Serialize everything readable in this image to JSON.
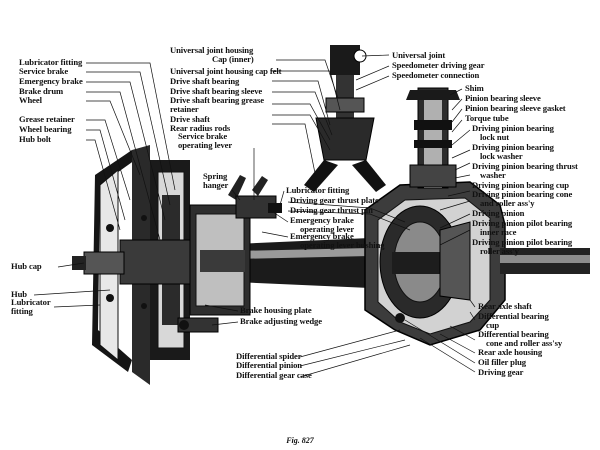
{
  "caption": "Fig. 827",
  "labels_left": {
    "lubricator_fitting_top": "Lubricator fitting",
    "service_brake": "Service brake",
    "emergency_brake": "Emergency brake",
    "brake_drum": "Brake drum",
    "wheel": "Wheel",
    "grease_retainer": "Grease retainer",
    "wheel_bearing": "Wheel bearing",
    "hub_bolt": "Hub bolt",
    "hub_cap": "Hub cap",
    "hub": "Hub",
    "lubricator_fitting_bottom_1": "Lubricator",
    "lubricator_fitting_bottom_2": "fitting"
  },
  "labels_top_center": {
    "ujh_cap_inner_1": "Universal joint housing",
    "ujh_cap_inner_2": "Cap (inner)",
    "ujh_cap_felt": "Universal joint housing cap felt",
    "drive_shaft_bearing": "Drive shaft bearing",
    "drive_shaft_bearing_sleeve": "Drive shaft bearing sleeve",
    "drive_shaft_grease_1": "Drive shaft bearing grease",
    "drive_shaft_grease_2": "retainer",
    "drive_shaft": "Drive shaft",
    "rear_radius_rods": "Rear radius rods",
    "service_brake_lever_1": "Service brake",
    "service_brake_lever_2": "operating lever",
    "spring_hanger_1": "Spring",
    "spring_hanger_2": "hanger"
  },
  "labels_top_right": {
    "universal_joint": "Universal joint",
    "speedometer_driving_gear": "Speedometer driving gear",
    "speedometer_connection": "Speedometer connection"
  },
  "labels_center": {
    "lubricator_fitting_mid": "Lubricator fitting",
    "driving_gear_thrust_plate": "Driving gear thrust plate",
    "driving_gear_thrust_pin": "Driving gear thrust pin",
    "emergency_brake_lever_1": "Emergency brake",
    "emergency_brake_lever_2": "operating lever",
    "emergency_brake_bushing_1": "Emergency brake",
    "emergency_brake_bushing_2": "operating lever bushing"
  },
  "labels_right": {
    "shim": "Shim",
    "pinion_bearing_sleeve": "Pinion bearing sleeve",
    "pinion_bearing_sleeve_gasket": "Pinion bearing sleeve gasket",
    "torque_tube": "Torque tube",
    "dp_bearing_lock_nut_1": "Driving pinion bearing",
    "dp_bearing_lock_nut_2": "lock nut",
    "dp_bearing_lock_washer_1": "Driving pinion bearing",
    "dp_bearing_lock_washer_2": "lock washer",
    "dp_bearing_thrust_washer_1": "Driving pinion bearing thrust",
    "dp_bearing_thrust_washer_2": "washer",
    "dp_bearing_cup": "Driving pinion bearing cup",
    "dp_bearing_cone_1": "Driving pinion bearing cone",
    "dp_bearing_cone_2": "and roller ass'y",
    "driving_pinion": "Driving pinion",
    "dp_pilot_inner_1": "Driving pinion pilot bearing",
    "dp_pilot_inner_2": "inner race",
    "dp_pilot_roller_1": "Driving pinion pilot bearing",
    "dp_pilot_roller_2": "roller ass'y",
    "rear_axle_shaft": "Rear axle shaft",
    "diff_bearing_cup_1": "Differential bearing",
    "diff_bearing_cup_2": "cup",
    "diff_bearing_cone_1": "Differential bearing",
    "diff_bearing_cone_2": "cone and roller ass'sy",
    "rear_axle_housing": "Rear axle housing",
    "oil_filler_plug": "Oil filler plug",
    "driving_gear": "Driving gear"
  },
  "labels_bottom": {
    "brake_housing_plate": "Brake housing plate",
    "brake_adjusting_wedge": "Brake adjusting wedge",
    "differential_spider": "Differential spider",
    "differential_pinion": "Differential pinion",
    "differential_gear_case": "Differential gear case"
  }
}
